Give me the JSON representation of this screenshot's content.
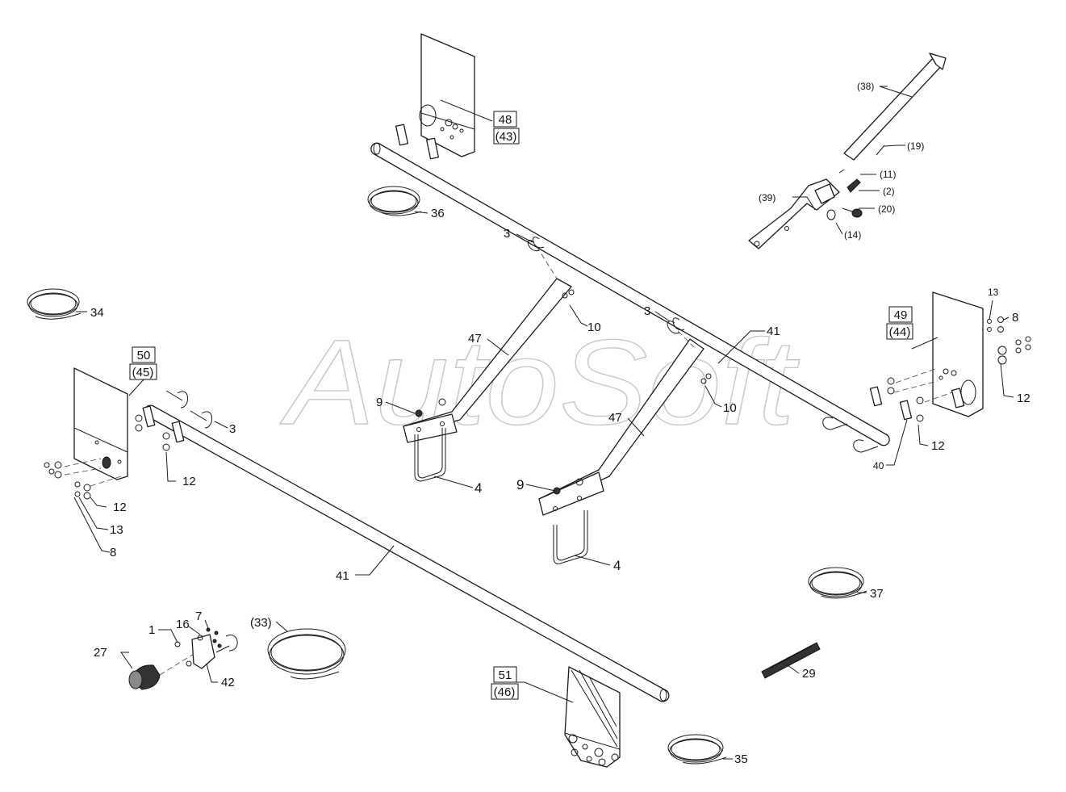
{
  "watermark": "AutoSoft",
  "labels": {
    "l48": "48",
    "l43": "(43)",
    "l38": "(38)",
    "l19": "(19)",
    "l11": "(11)",
    "l2": "(2)",
    "l20": "(20)",
    "l14": "(14)",
    "l39": "(39)",
    "l36": "36",
    "l34": "34",
    "l3a": "3",
    "l3b": "3",
    "l3c": "3",
    "l10a": "10",
    "l10b": "10",
    "l47a": "47",
    "l47b": "47",
    "l41a": "41",
    "l41b": "41",
    "l49": "49",
    "l44": "(44)",
    "l13a": "13",
    "l8a": "8",
    "l12a": "12",
    "l12b": "12",
    "l40": "40",
    "l50": "50",
    "l45": "(45)",
    "l12c": "12",
    "l12d": "12",
    "l13b": "13",
    "l8b": "8",
    "l9a": "9",
    "l4a": "4",
    "l9b": "9",
    "l4b": "4",
    "l37": "37",
    "l29": "29",
    "l7": "7",
    "l16": "16",
    "l1": "1",
    "l33": "(33)",
    "l27": "27",
    "l42": "42",
    "l51": "51",
    "l46": "(46)",
    "l35": "35"
  }
}
